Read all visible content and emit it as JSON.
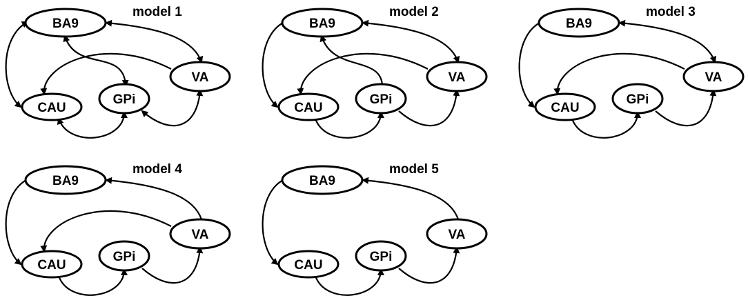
{
  "colors": {
    "stroke": "#000000",
    "background": "#ffffff"
  },
  "nodes": {
    "BA9": "BA9",
    "VA": "VA",
    "CAU": "CAU",
    "GPi": "GPi"
  },
  "models": [
    {
      "title": "model 1",
      "edges": [
        {
          "from": "BA9",
          "to": "CAU",
          "bidirectional": true
        },
        {
          "from": "BA9",
          "to": "VA",
          "bidirectional": true
        },
        {
          "from": "BA9",
          "to": "GPi",
          "bidirectional": true
        },
        {
          "from": "VA",
          "to": "CAU",
          "bidirectional": false
        },
        {
          "from": "CAU",
          "to": "GPi",
          "bidirectional": true
        },
        {
          "from": "GPi",
          "to": "VA",
          "bidirectional": true
        }
      ]
    },
    {
      "title": "model 2",
      "edges": [
        {
          "from": "BA9",
          "to": "CAU",
          "bidirectional": false
        },
        {
          "from": "BA9",
          "to": "VA",
          "bidirectional": true
        },
        {
          "from": "GPi",
          "to": "BA9",
          "bidirectional": false
        },
        {
          "from": "VA",
          "to": "CAU",
          "bidirectional": false
        },
        {
          "from": "CAU",
          "to": "GPi",
          "bidirectional": false
        },
        {
          "from": "GPi",
          "to": "VA",
          "bidirectional": false
        }
      ]
    },
    {
      "title": "model 3",
      "edges": [
        {
          "from": "BA9",
          "to": "CAU",
          "bidirectional": false
        },
        {
          "from": "BA9",
          "to": "VA",
          "bidirectional": true
        },
        {
          "from": "VA",
          "to": "CAU",
          "bidirectional": false
        },
        {
          "from": "CAU",
          "to": "GPi",
          "bidirectional": false
        },
        {
          "from": "GPi",
          "to": "VA",
          "bidirectional": false
        }
      ]
    },
    {
      "title": "model 4",
      "edges": [
        {
          "from": "BA9",
          "to": "CAU",
          "bidirectional": false
        },
        {
          "from": "VA",
          "to": "BA9",
          "bidirectional": false
        },
        {
          "from": "VA",
          "to": "CAU",
          "bidirectional": false
        },
        {
          "from": "CAU",
          "to": "GPi",
          "bidirectional": false
        },
        {
          "from": "GPi",
          "to": "VA",
          "bidirectional": false
        }
      ]
    },
    {
      "title": "model 5",
      "edges": [
        {
          "from": "BA9",
          "to": "CAU",
          "bidirectional": false
        },
        {
          "from": "VA",
          "to": "BA9",
          "bidirectional": false
        },
        {
          "from": "CAU",
          "to": "GPi",
          "bidirectional": false
        },
        {
          "from": "GPi",
          "to": "VA",
          "bidirectional": false
        }
      ]
    }
  ]
}
